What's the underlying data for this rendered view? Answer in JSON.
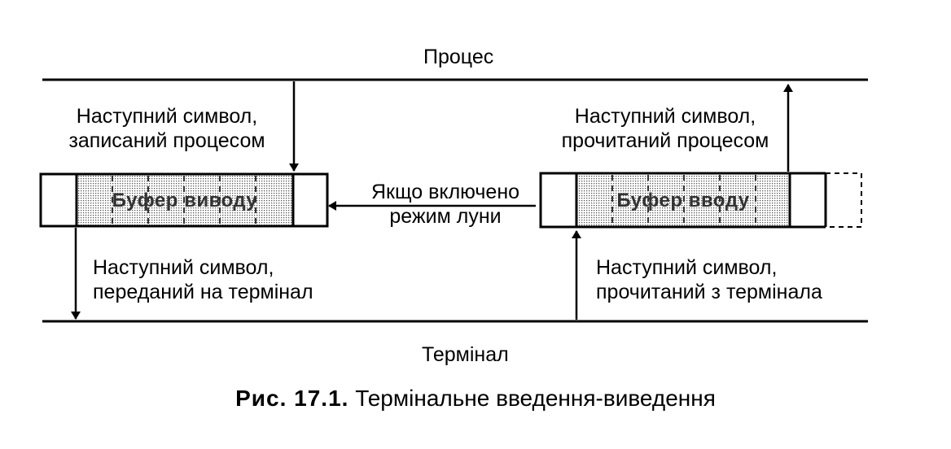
{
  "labels": {
    "process": "Процес",
    "terminal": "Термінал",
    "output_buffer": "Буфер виводу",
    "input_buffer": "Буфер вводу",
    "written_by_process": [
      "Наступний символ,",
      "записаний процесом"
    ],
    "read_by_process": [
      "Наступний символ,",
      "прочитаний процесом"
    ],
    "echo_mode": [
      "Якщо включено",
      "режим луни"
    ],
    "sent_to_terminal": [
      "Наступний символ,",
      "переданий на термінал"
    ],
    "read_from_terminal": [
      "Наступний символ,",
      "прочитаний з термінала"
    ]
  },
  "caption": {
    "number": "Рис. 17.1.",
    "text": "Термінальне введення-виведення"
  }
}
